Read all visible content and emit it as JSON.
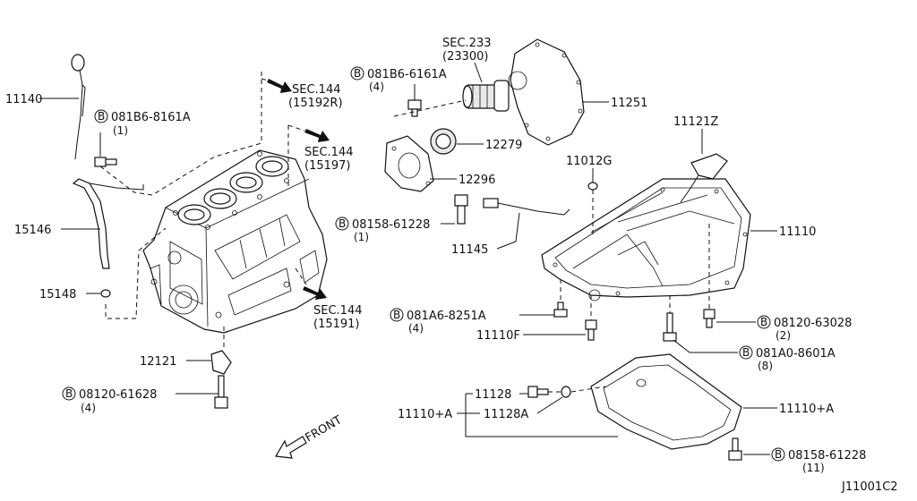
{
  "labels": {
    "p11140": "11140",
    "b081b6_8161a": "081B6-8161A",
    "q1a": "(1)",
    "sec144_15192r_a": "SEC.144",
    "sec144_15192r_b": "(15192R)",
    "sec233_a": "SEC.233",
    "sec233_b": "(23300)",
    "b081b6_6161a": "081B6-6161A",
    "q4a": "(4)",
    "p11251": "11251",
    "sec144_15197_a": "SEC.144",
    "sec144_15197_b": "(15197)",
    "p12279": "12279",
    "p11121z": "11121Z",
    "p11012g": "11012G",
    "p12296": "12296",
    "p15146": "15146",
    "b08158_61228a": "08158-61228",
    "q1b": "(1)",
    "p11110": "11110",
    "p11145": "11145",
    "p15148": "15148",
    "sec144_15191_a": "SEC.144",
    "sec144_15191_b": "(15191)",
    "b081a6_8251a": "081A6-8251A",
    "q4b": "(4)",
    "b08120_63028": "08120-63028",
    "q2": "(2)",
    "p11110f": "11110F",
    "b081a0_8601a": "081A0-8601A",
    "q8": "(8)",
    "p12121": "12121",
    "b08120_61628": "08120-61628",
    "q4c": "(4)",
    "p11128": "11128",
    "p11110a_left": "11110+A",
    "p11128a": "11128A",
    "p11110a_right": "11110+A",
    "front": "FRONT",
    "b08158_61228b": "08158-61228",
    "q11": "(11)",
    "diagram_code": "J11001C2"
  },
  "bolt_symbol": "B"
}
